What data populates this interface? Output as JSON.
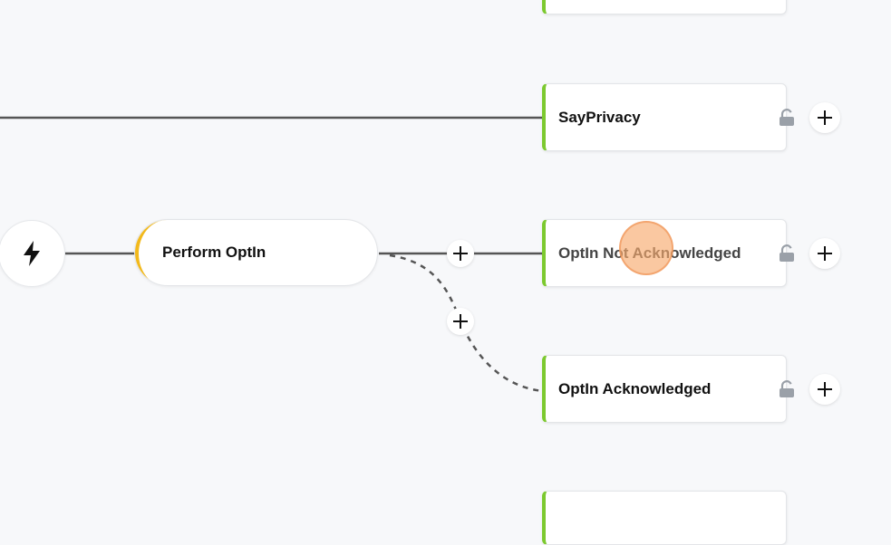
{
  "flow": {
    "trigger": {
      "icon": "lightning-icon"
    },
    "action_node": {
      "label": "Perform OptIn"
    },
    "nodes": [
      {
        "label": "",
        "status_color": "#7cc92f",
        "lock_icon": "unlock-icon"
      },
      {
        "label": "SayPrivacy",
        "status_color": "#7cc92f",
        "lock_icon": "unlock-icon"
      },
      {
        "label": "OptIn Not Acknowledged",
        "status_color": "#7cc92f",
        "lock_icon": "unlock-icon"
      },
      {
        "label": "OptIn Acknowledged",
        "status_color": "#7cc92f",
        "lock_icon": "unlock-icon"
      },
      {
        "label": "",
        "status_color": "#7cc92f",
        "lock_icon": "unlock-icon"
      }
    ],
    "add_icon": "plus-icon"
  },
  "colors": {
    "background": "#f7f8fa",
    "success_accent": "#7cc92f",
    "action_accent": "#f2b91c",
    "connector": "#555555",
    "cursor_highlight": "#f8aa6e"
  }
}
